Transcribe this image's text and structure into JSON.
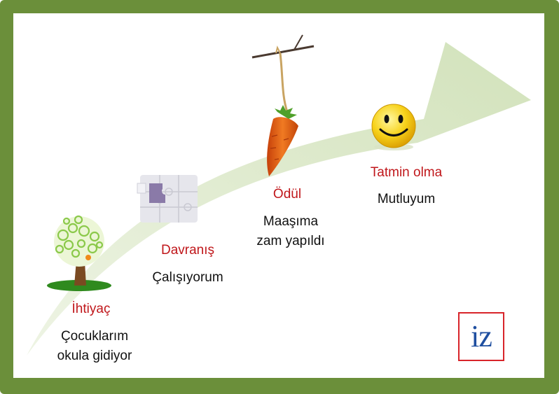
{
  "stages": [
    {
      "title": "İhtiyaç",
      "text_lines": [
        "Çocuklarım",
        "okula gidiyor"
      ],
      "icon": "tree-icon"
    },
    {
      "title": "Davranış",
      "text_lines": [
        "Çalışıyorum"
      ],
      "icon": "puzzle-icon"
    },
    {
      "title": "Ödül",
      "text_lines": [
        "Maaşıma",
        "zam yapıldı"
      ],
      "icon": "carrot-on-stick-icon"
    },
    {
      "title": "Tatmin olma",
      "text_lines": [
        "Mutluyum"
      ],
      "icon": "smiley-icon"
    }
  ],
  "logo": {
    "text": "iz"
  },
  "colors": {
    "frame": "#6b8f3a",
    "arrow": "#dbe8c8",
    "title": "#c0171b",
    "text": "#111111",
    "logo_border": "#d8242a",
    "logo_text": "#1f4fa0"
  }
}
